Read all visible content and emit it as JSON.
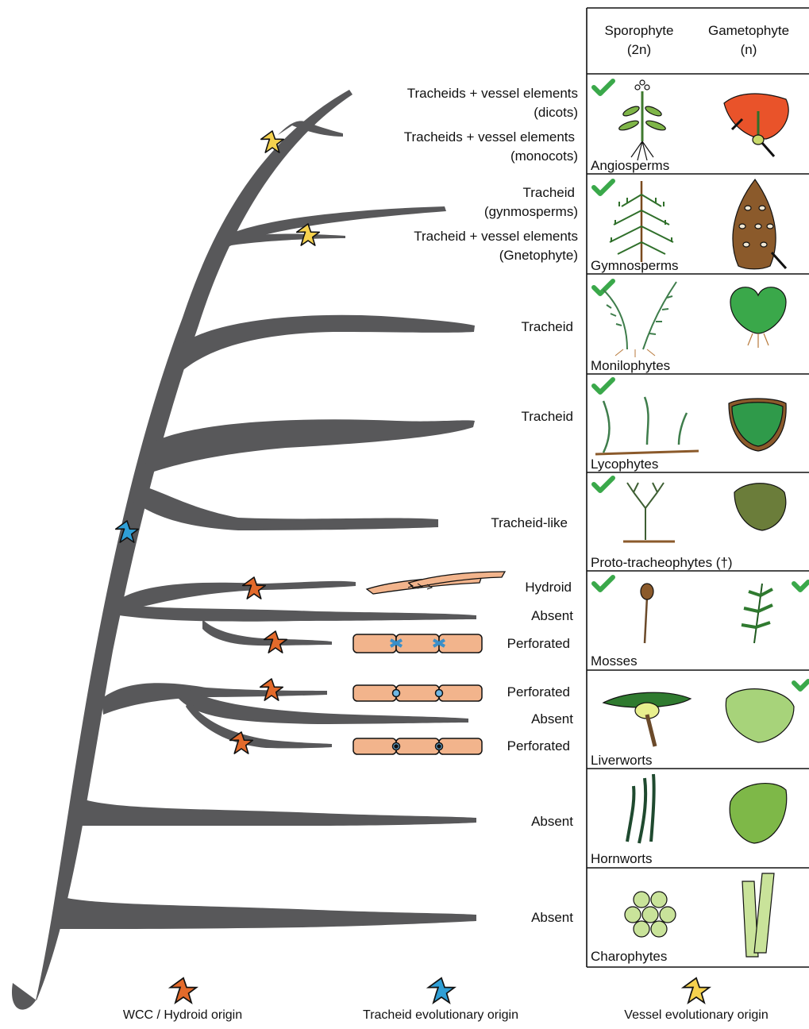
{
  "header": {
    "sporophyte_label": "Sporophyte",
    "sporophyte_ploidy": "(2n)",
    "gametophyte_label": "Gametophyte",
    "gametophyte_ploidy": "(n)"
  },
  "branch_labels": [
    {
      "line1": "Tracheids + vessel elements",
      "line2": "(dicots)"
    },
    {
      "line1": "Tracheids + vessel elements",
      "line2": "(monocots)"
    },
    {
      "line1": "Tracheid",
      "line2": "(gynmosperms)"
    },
    {
      "line1": "Tracheid + vessel elements",
      "line2": "(Gnetophyte)"
    },
    {
      "line1": "Tracheid"
    },
    {
      "line1": "Tracheid"
    },
    {
      "line1": "Tracheid-like"
    },
    {
      "line1": "Hydroid"
    },
    {
      "line1": "Absent"
    },
    {
      "line1": "Perforated"
    },
    {
      "line1": "Perforated"
    },
    {
      "line1": "Absent"
    },
    {
      "line1": "Perforated"
    },
    {
      "line1": "Absent"
    },
    {
      "line1": "Absent"
    }
  ],
  "groups": [
    {
      "name": "Angiosperms",
      "sporophyte_check": true,
      "gametophyte_check": false
    },
    {
      "name": "Gymnosperms",
      "sporophyte_check": true,
      "gametophyte_check": false
    },
    {
      "name": "Monilophytes",
      "sporophyte_check": true,
      "gametophyte_check": false
    },
    {
      "name": "Lycophytes",
      "sporophyte_check": true,
      "gametophyte_check": false
    },
    {
      "name": "Proto-tracheophytes (†)",
      "sporophyte_check": true,
      "gametophyte_check": false
    },
    {
      "name": "Mosses",
      "sporophyte_check": true,
      "gametophyte_check": true
    },
    {
      "name": "Liverworts",
      "sporophyte_check": false,
      "gametophyte_check": true
    },
    {
      "name": "Hornworts",
      "sporophyte_check": false,
      "gametophyte_check": false
    },
    {
      "name": "Charophytes",
      "sporophyte_check": false,
      "gametophyte_check": false
    }
  ],
  "legend": {
    "wcc_label": "WCC / Hydroid origin",
    "tracheid_label": "Tracheid evolutionary origin",
    "vessel_label": "Vessel evolutionary origin"
  },
  "colors": {
    "tree": "#58585a",
    "star_wcc": "#e36a2b",
    "star_tracheid": "#2f9fd6",
    "star_vessel": "#f6d24e",
    "cell_fill": "#f2b48c",
    "check": "#3aa84a"
  }
}
